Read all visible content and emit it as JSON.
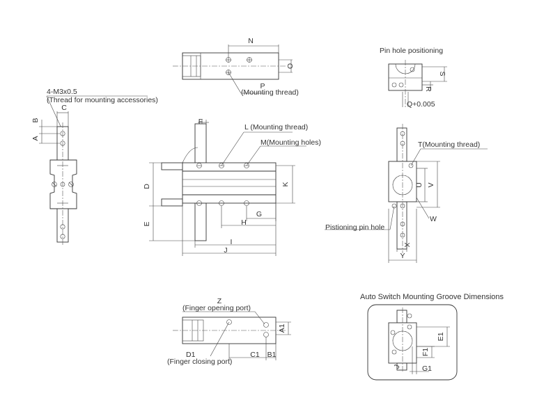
{
  "top_view": {
    "dim_n": "N",
    "dim_o": "O",
    "dim_p": "P",
    "p_note": "(Mounting thread)"
  },
  "pin_hole": {
    "title": "Pin hole positioning",
    "dim_s": "S",
    "dim_r": "R",
    "dim_q": "Q+0.005"
  },
  "side_view": {
    "note_line1": "4-M3x0.5",
    "note_line2": "(Thread for mounting accessories)",
    "dim_c": "C",
    "dim_b": "B",
    "dim_a": "A"
  },
  "front_view": {
    "dim_f": "F",
    "dim_l": "L (Mounting thread)",
    "dim_m": "M(Mounting holes)",
    "dim_d": "D",
    "dim_k": "K",
    "dim_g": "G",
    "dim_h": "H",
    "dim_e": "E",
    "dim_i": "I",
    "dim_j": "J"
  },
  "right_view": {
    "dim_t": "T(Mounting thread)",
    "dim_u": "U",
    "dim_v": "V",
    "dim_w": "W",
    "pin_label": "Pistioning pin hole",
    "dim_x": "X",
    "dim_y": "Y"
  },
  "bottom_view": {
    "dim_z": "Z",
    "z_note": "(Finger opening port)",
    "dim_a1": "A1",
    "dim_d1": "D1",
    "d1_note": "(Finger closing port)",
    "dim_c1": "C1",
    "dim_b1": "B1"
  },
  "groove": {
    "title": "Auto Switch Mounting Groove Dimensions",
    "dim_e1": "E1",
    "dim_f1": "F1",
    "dim_g1": "G1",
    "dim_j": "J"
  }
}
